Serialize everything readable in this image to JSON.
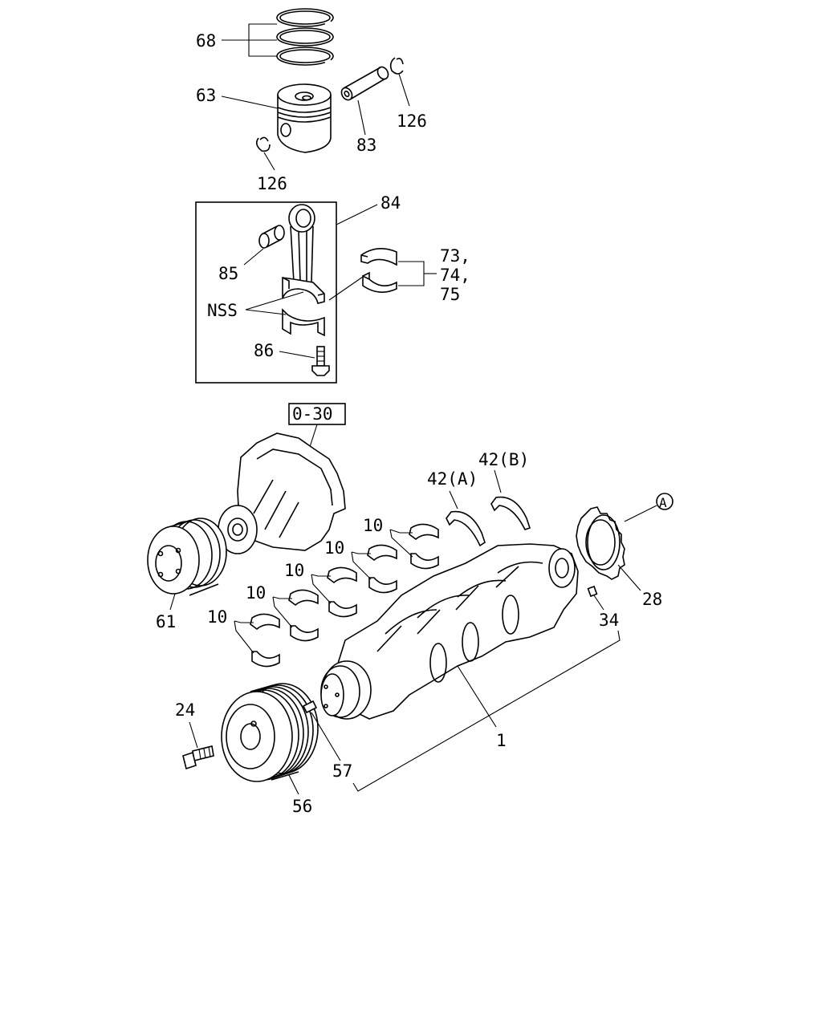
{
  "diagram": {
    "reference_box": "0-30",
    "callouts": {
      "rings": "68",
      "piston": "63",
      "snap_ring_right": "126",
      "pin": "83",
      "snap_ring_left": "126",
      "conrod_assy": "84",
      "bushing": "85",
      "nss": "NSS",
      "bolt_rod": "86",
      "bearing_73": "73,",
      "bearing_74": "74,",
      "bearing_75": "75",
      "thrust_a": "42(A)",
      "thrust_b": "42(B)",
      "circle_a": "A",
      "gear": "28",
      "pin_34": "34",
      "crankshaft": "1",
      "main_bearing_1": "10",
      "main_bearing_2": "10",
      "main_bearing_3": "10",
      "main_bearing_4": "10",
      "main_bearing_5": "10",
      "pulley_rear": "61",
      "bolt_24": "24",
      "dowel_57": "57",
      "damper_pulley": "56"
    }
  }
}
